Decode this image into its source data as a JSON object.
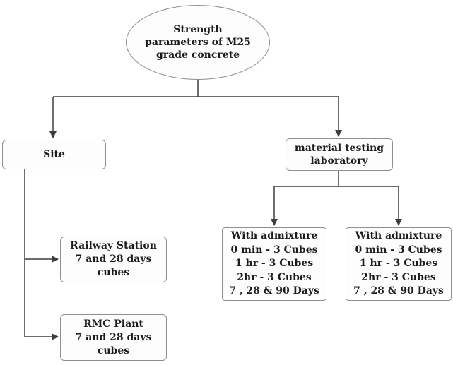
{
  "diagram": {
    "type": "flowchart",
    "root": {
      "label": "Strength\nparameters of M25\ngrade concrete"
    },
    "branches": {
      "site": {
        "label": "Site"
      },
      "lab": {
        "label": "material testing\nlaboratory"
      }
    },
    "site_children": [
      {
        "label": "Railway Station\n7 and 28 days\ncubes"
      },
      {
        "label": "RMC Plant\n7 and 28 days\ncubes"
      }
    ],
    "lab_children": [
      {
        "label": "With admixture\n0 min - 3 Cubes\n1 hr - 3 Cubes\n2hr - 3 Cubes\n7 , 28 & 90 Days"
      },
      {
        "label": "With admixture\n0 min - 3 Cubes\n1 hr - 3 Cubes\n2hr - 3 Cubes\n7 , 28 & 90 Days"
      }
    ],
    "colors": {
      "border": "#8f8f8f",
      "line": "#3d3d3d",
      "text": "#1c1c1c",
      "background": "#ffffff"
    }
  }
}
